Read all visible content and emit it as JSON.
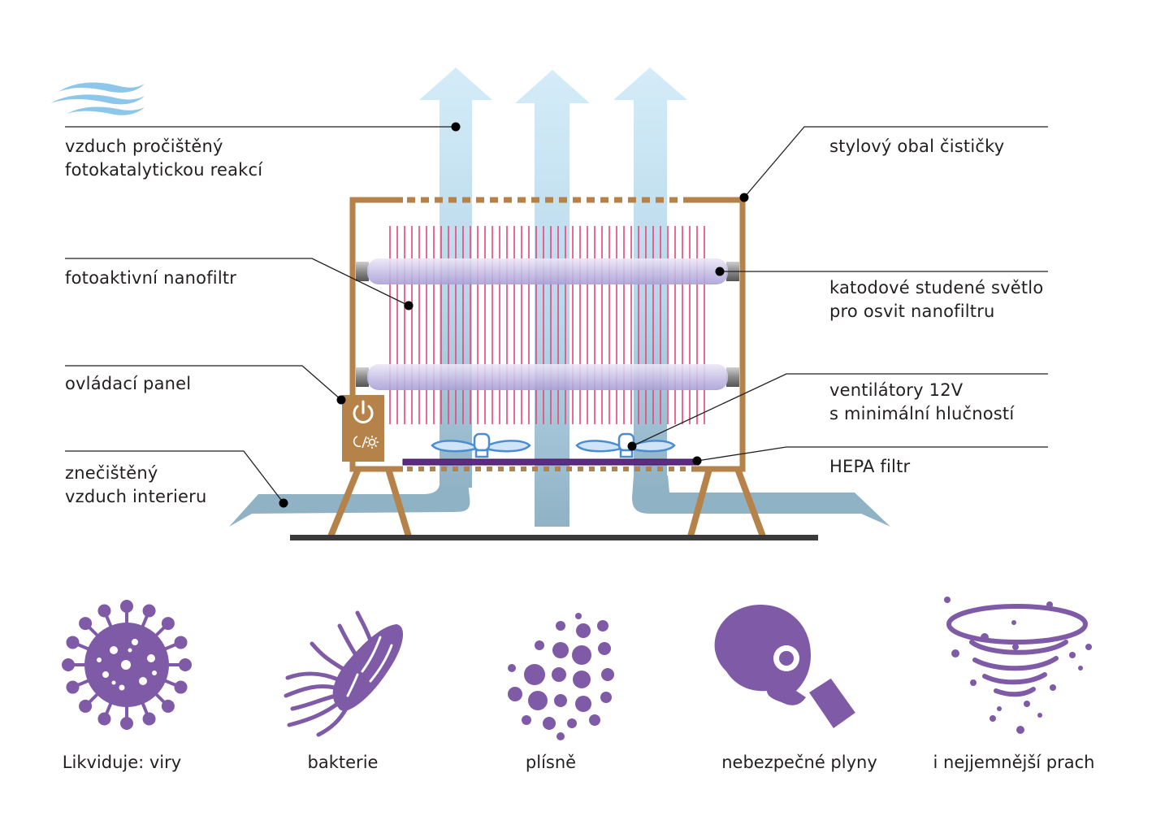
{
  "labels": {
    "clean_air": [
      "vzduch pročištěný",
      "fotokatalytickou reakcí"
    ],
    "nanofilter": [
      "fotoaktivní nanofiltr"
    ],
    "control_panel": [
      "ovládací panel"
    ],
    "dirty_air": [
      "znečištěný",
      "vzduch interieru"
    ],
    "housing": [
      "stylový obal čističky"
    ],
    "cathode_light": [
      "katodové studené světlo",
      "pro osvit nanofiltru"
    ],
    "fans": [
      "ventilátory 12V",
      "s minimální hlučností"
    ],
    "hepa": [
      "HEPA filtr"
    ]
  },
  "captions": {
    "viruses": "Likviduje: viry",
    "bacteria": "bakterie",
    "mold": "plísně",
    "gases": "nebezpečné plyny",
    "dust": "i nejjemnější prach"
  },
  "colors": {
    "housing": "#b5834a",
    "airflow_light": "#c9e6f6",
    "airflow_dark": "#8fb2c4",
    "filter_lines": "#e8467c",
    "hepa": "#5e2a84",
    "icon_purple": "#7f5aa6",
    "fan": "#4a8ed1",
    "leader": "#231f20"
  }
}
